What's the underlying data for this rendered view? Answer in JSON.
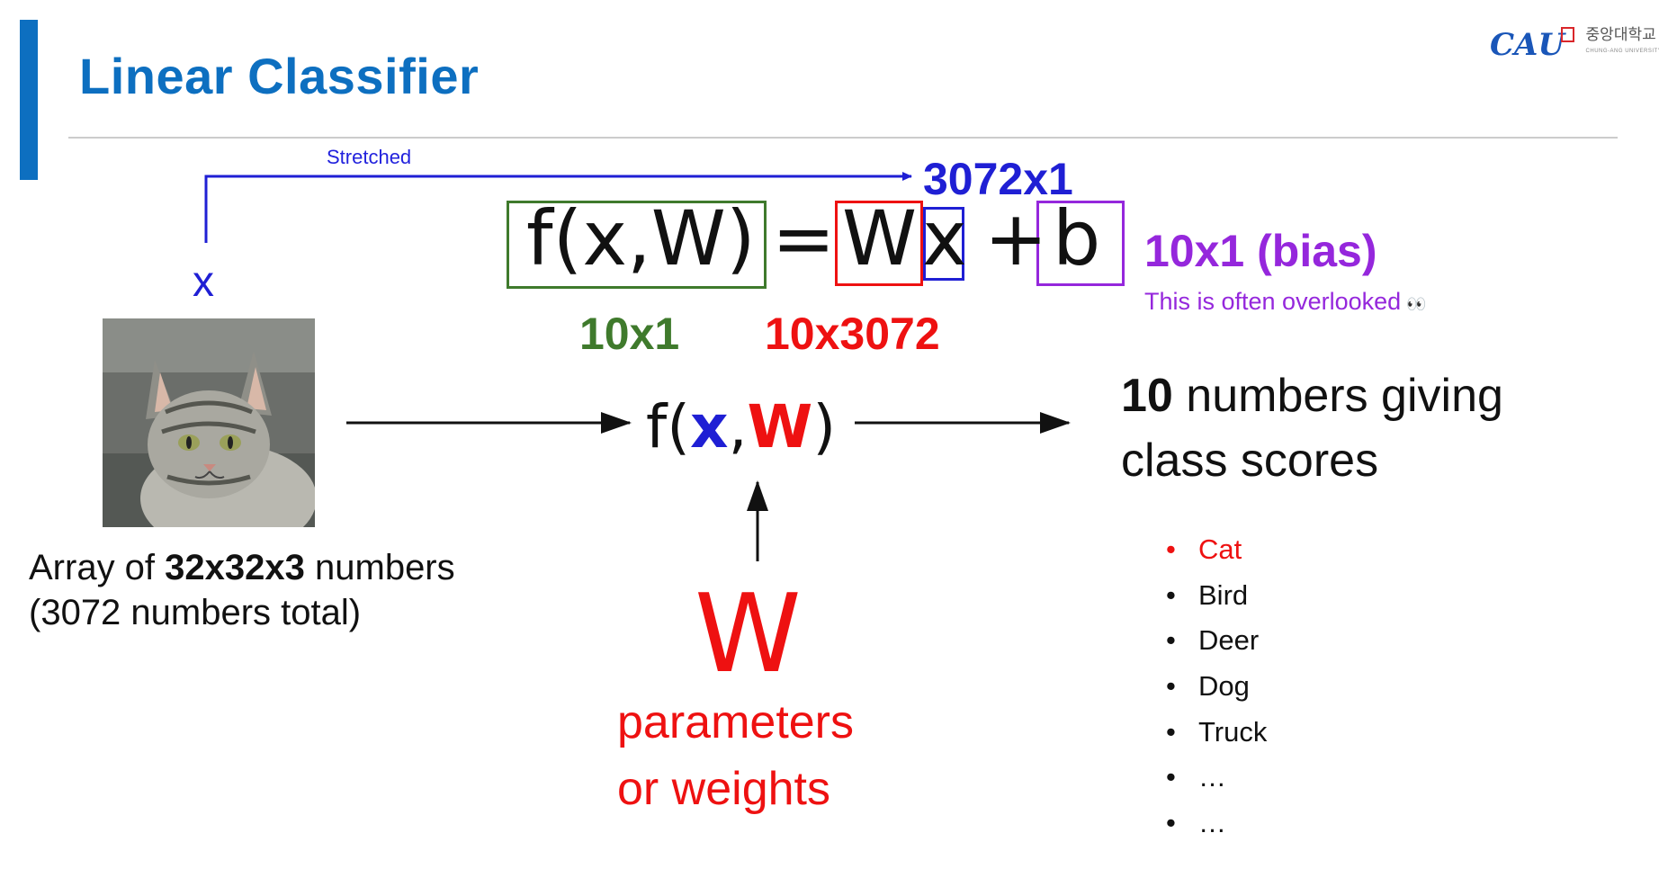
{
  "slide": {
    "title": "Linear Classifier",
    "accent_color": "#0d6fc0",
    "logo": {
      "mark": "CAU",
      "name": "중앙대학교",
      "sub": "CHUNG-ANG UNIVERSITY"
    }
  },
  "diagram": {
    "stretched_label": "Stretched",
    "x_label": "x",
    "x_dim": "3072x1",
    "equation": {
      "lhs": "f(x,W)",
      "eq": "=",
      "w": "W",
      "x": "x",
      "plus": "+",
      "b": "b"
    },
    "output_dim": "10x1",
    "weight_dim": "10x3072",
    "bias_dim": "10x1 (bias)",
    "bias_note": "This is often overlooked",
    "bias_note_icon": "eyes-icon",
    "input_caption": {
      "prefix": "Array of ",
      "bold": "32x32x3",
      "suffix": " numbers",
      "line2": "(3072 numbers total)"
    },
    "function": {
      "f_open": "f(",
      "x": "x",
      "comma": ",",
      "w": "W",
      "close": ")"
    },
    "weights_symbol": "W",
    "weights_caption_line1": "parameters",
    "weights_caption_line2": "or weights",
    "scores_bold": "10",
    "scores_line1_rest": " numbers giving",
    "scores_line2": "class scores",
    "classes": [
      "Cat",
      "Bird",
      "Deer",
      "Dog",
      "Truck",
      "…",
      "…"
    ],
    "colors": {
      "x": "#1f1fd4",
      "w": "#ee1111",
      "output": "#3f7a2c",
      "bias": "#9527dc"
    }
  }
}
